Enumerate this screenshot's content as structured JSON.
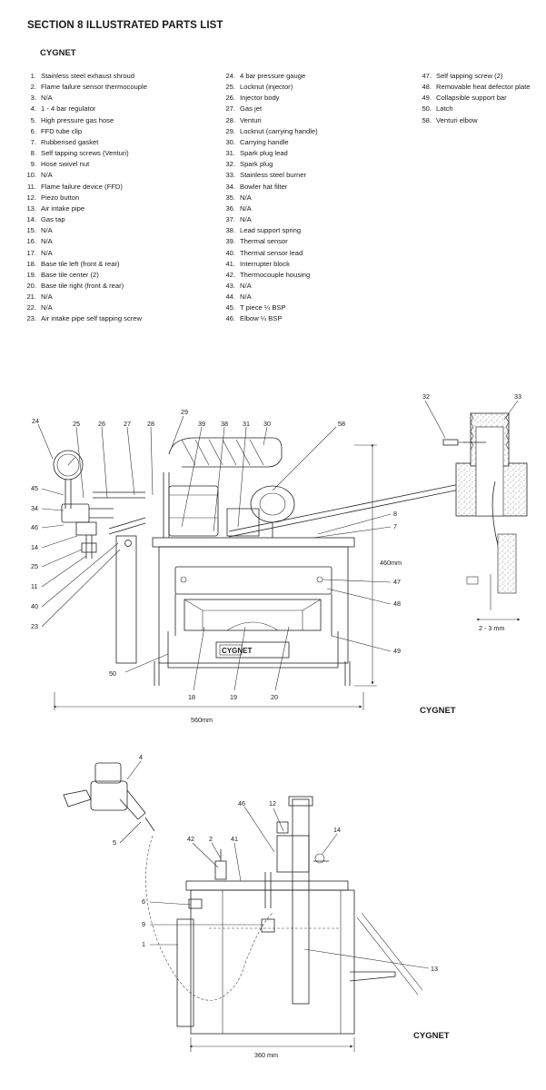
{
  "header": {
    "title": "SECTION 8 ILLUSTRATED PARTS LIST",
    "subtitle": "CYGNET"
  },
  "parts": {
    "column1": [
      {
        "num": "1.",
        "name": "Stainless steel exhaust shroud"
      },
      {
        "num": "2.",
        "name": "Flame failure sensor thermocouple"
      },
      {
        "num": "3.",
        "name": "N/A"
      },
      {
        "num": "4.",
        "name": "1 - 4 bar regulator"
      },
      {
        "num": "5.",
        "name": "High pressure gas hose"
      },
      {
        "num": "6.",
        "name": "FFD tube clip"
      },
      {
        "num": "7.",
        "name": "Rubberised gasket"
      },
      {
        "num": "8.",
        "name": "Self tapping screws (Venturi)"
      },
      {
        "num": "9.",
        "name": "Hose swivel nut"
      },
      {
        "num": "10.",
        "name": "N/A"
      },
      {
        "num": "11.",
        "name": "Flame failure device (FFD)"
      },
      {
        "num": "12.",
        "name": "Piezo button"
      },
      {
        "num": "13.",
        "name": "Air intake pipe"
      },
      {
        "num": "14.",
        "name": "Gas tap"
      },
      {
        "num": "15.",
        "name": "N/A"
      },
      {
        "num": "16.",
        "name": "N/A"
      },
      {
        "num": "17.",
        "name": "N/A"
      },
      {
        "num": "18.",
        "name": "Base tile left (front & rear)"
      },
      {
        "num": "19.",
        "name": "Base tile center (2)"
      },
      {
        "num": "20.",
        "name": "Base tile right (front & rear)"
      },
      {
        "num": "21.",
        "name": "N/A"
      },
      {
        "num": "22.",
        "name": "N/A"
      },
      {
        "num": "23.",
        "name": "Air intake pipe self tapping screw"
      }
    ],
    "column2": [
      {
        "num": "24.",
        "name": "4 bar pressure gauge"
      },
      {
        "num": "25.",
        "name": "Locknut (injector)"
      },
      {
        "num": "26.",
        "name": "Injector body"
      },
      {
        "num": "27.",
        "name": "Gas jet"
      },
      {
        "num": "28.",
        "name": "Venturi"
      },
      {
        "num": "29.",
        "name": "Locknut (carrying handle)"
      },
      {
        "num": "30.",
        "name": "Carrying handle"
      },
      {
        "num": "31.",
        "name": "Spark plug lead"
      },
      {
        "num": "32.",
        "name": "Spark plug"
      },
      {
        "num": "33.",
        "name": "Stainless steel burner"
      },
      {
        "num": "34.",
        "name": "Bowler hat filter"
      },
      {
        "num": "35.",
        "name": "N/A"
      },
      {
        "num": "36.",
        "name": "N/A"
      },
      {
        "num": "37.",
        "name": "N/A"
      },
      {
        "num": "38.",
        "name": "Lead support spring"
      },
      {
        "num": "39.",
        "name": "Thermal sensor"
      },
      {
        "num": "40.",
        "name": "Thermal sensor lead"
      },
      {
        "num": "41.",
        "name": "Interrupter block"
      },
      {
        "num": "42.",
        "name": "Thermocouple housing"
      },
      {
        "num": "43.",
        "name": "N/A"
      },
      {
        "num": "44.",
        "name": "N/A"
      },
      {
        "num": "45.",
        "name": "T piece ¼ BSP"
      },
      {
        "num": "46.",
        "name": "Elbow ¼ BSP"
      }
    ],
    "column3": [
      {
        "num": "47.",
        "name": "Self tapping screw (2)"
      },
      {
        "num": "48.",
        "name": "Removable heat defector plate"
      },
      {
        "num": "49.",
        "name": "Collapsible support bar"
      },
      {
        "num": "50.",
        "name": "Latch"
      },
      {
        "num": "58.",
        "name": "Venturi elbow"
      }
    ]
  },
  "diagram_front": {
    "caption": "CYGNET",
    "badge": "CYGNET",
    "dim_width": "560mm",
    "dim_height": "460mm",
    "callouts": {
      "c24": "24",
      "c25": "25",
      "c26": "26",
      "c27": "27",
      "c28": "28",
      "c29": "29",
      "c39": "39",
      "c38": "38",
      "c31": "31",
      "c30": "30",
      "c58": "58",
      "c45": "45",
      "c34": "34",
      "c46": "46",
      "c14": "14",
      "c25b": "25",
      "c11": "11",
      "c40": "40",
      "c23": "23",
      "c8": "8",
      "c7": "7",
      "c47": "47",
      "c48": "48",
      "c49": "49",
      "c50": "50",
      "c18": "18",
      "c19": "19",
      "c20": "20"
    }
  },
  "diagram_detail": {
    "c32": "32",
    "c33": "33",
    "gap": "2 - 3 mm"
  },
  "diagram_side": {
    "caption": "CYGNET",
    "dim_width": "360 mm",
    "callouts": {
      "c4": "4",
      "c5": "5",
      "c46": "46",
      "c12": "12",
      "c14": "14",
      "c42": "42",
      "c2": "2",
      "c41": "41",
      "c6": "6",
      "c9": "9",
      "c1": "1",
      "c13": "13"
    }
  }
}
